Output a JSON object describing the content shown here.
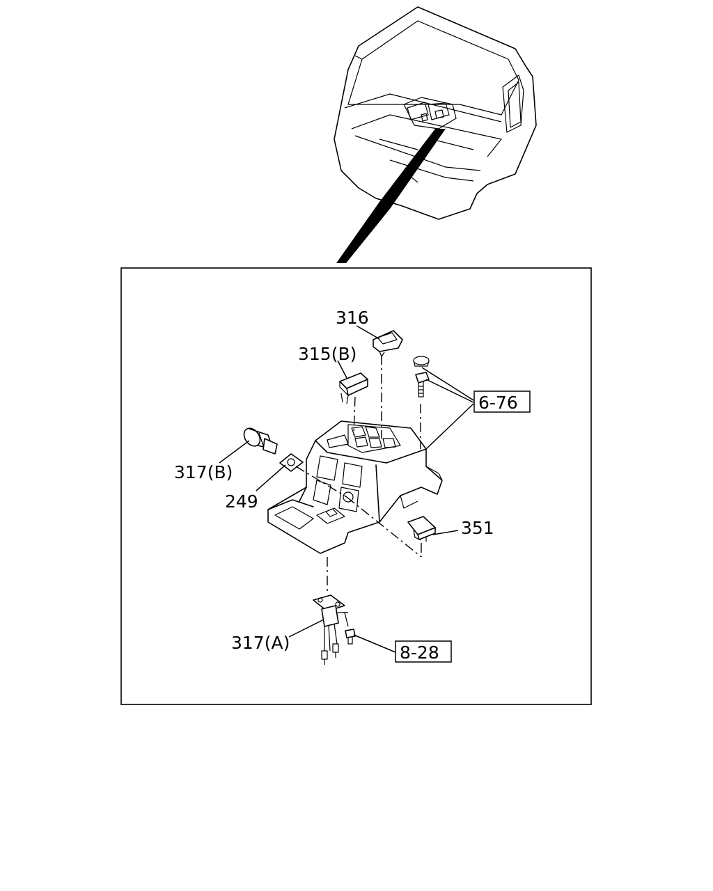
{
  "callouts": {
    "c316": "316",
    "c315b": "315(B)",
    "c317b": "317(B)",
    "c249": "249",
    "c351": "351",
    "c317a": "317(A)"
  },
  "references": {
    "r676": "6-76",
    "r828": "8-28"
  }
}
